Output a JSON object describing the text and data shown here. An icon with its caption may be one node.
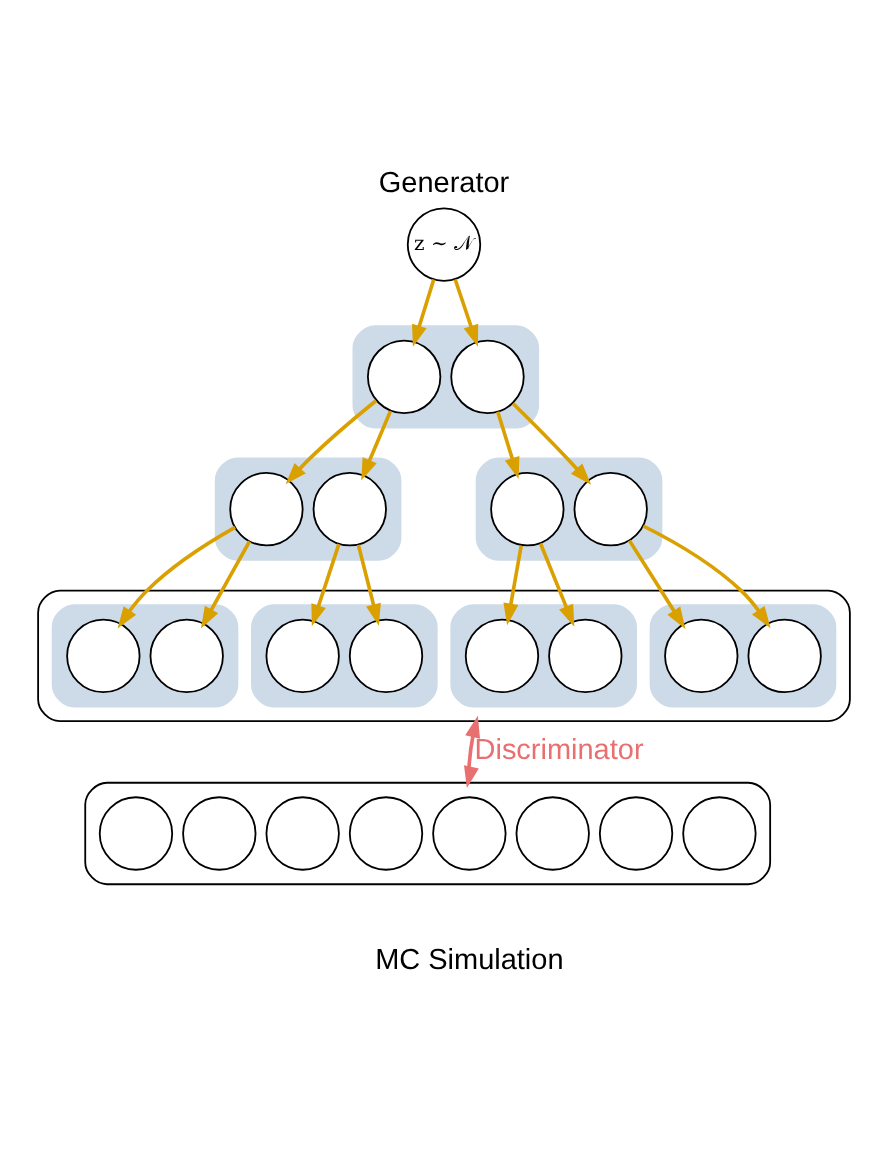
{
  "diagram": {
    "title": "Generator",
    "caption": "MC Simulation",
    "nodes": [
      {
        "text": [
          "z ∼ 𝒩"
        ]
      },
      {
        "text": [],
        "shape": "band"
      },
      {
        "text": [],
        "shape": "circle",
        "in": 1
      },
      {
        "text": [],
        "shape": "circle",
        "in": 1
      },
      {
        "text": [],
        "shape": "band"
      },
      {
        "text": [],
        "shape": "circle",
        "in": 4
      },
      {
        "text": [],
        "shape": "circle",
        "in": 4
      },
      {
        "text": [],
        "shape": "band"
      },
      {
        "text": [],
        "shape": "circle",
        "in": 7
      },
      {
        "text": [],
        "shape": "circle",
        "in": 7
      },
      {
        "text": [],
        "shape": "box"
      },
      {
        "text": [],
        "shape": "band",
        "in": 10
      },
      {
        "text": [],
        "shape": "circle",
        "in": 11
      },
      {
        "text": [],
        "shape": "circle",
        "in": 11
      },
      {
        "text": [],
        "shape": "band",
        "in": 10
      },
      {
        "text": [],
        "shape": "circle",
        "in": 14
      },
      {
        "text": [],
        "shape": "circle",
        "in": 14
      },
      {
        "text": [],
        "shape": "band",
        "in": 10
      },
      {
        "text": [],
        "shape": "circle",
        "in": 17
      },
      {
        "text": [],
        "shape": "circle",
        "in": 17
      },
      {
        "text": [],
        "shape": "band",
        "in": 10
      },
      {
        "text": [],
        "shape": "circle",
        "in": 20
      },
      {
        "text": [],
        "shape": "circle",
        "in": 20
      },
      {
        "text": [],
        "shape": "box"
      },
      {
        "text": [],
        "shape": "circle",
        "in": 23
      },
      {
        "text": [],
        "shape": "circle",
        "in": 23
      },
      {
        "text": [],
        "shape": "circle",
        "in": 23
      },
      {
        "text": [],
        "shape": "circle",
        "in": 23
      },
      {
        "text": [],
        "shape": "circle",
        "in": 23
      },
      {
        "text": [],
        "shape": "circle",
        "in": 23
      },
      {
        "text": [],
        "shape": "circle",
        "in": 23
      },
      {
        "text": [],
        "shape": "circle",
        "in": 23
      }
    ],
    "edges": [
      {
        "from": 0,
        "to": 2,
        "arrow": "to"
      },
      {
        "from": 0,
        "to": 3,
        "arrow": "to"
      },
      {
        "from": 2,
        "to": 5,
        "arrow": "to"
      },
      {
        "from": 2,
        "to": 6,
        "arrow": "to"
      },
      {
        "from": 3,
        "to": 8,
        "arrow": "to"
      },
      {
        "from": 3,
        "to": 9,
        "arrow": "to"
      },
      {
        "from": 5,
        "to": 12,
        "arrow": "to"
      },
      {
        "from": 5,
        "to": 13,
        "arrow": "to"
      },
      {
        "from": 6,
        "to": 15,
        "arrow": "to"
      },
      {
        "from": 6,
        "to": 16,
        "arrow": "to"
      },
      {
        "from": 8,
        "to": 18,
        "arrow": "to"
      },
      {
        "from": 8,
        "to": 19,
        "arrow": "to"
      },
      {
        "from": 9,
        "to": 21,
        "arrow": "to"
      },
      {
        "from": 9,
        "to": 22,
        "arrow": "to"
      },
      {
        "from": 10,
        "to": 23,
        "arrow": "both",
        "label": "Discriminator",
        "color": "#e87070"
      }
    ]
  }
}
